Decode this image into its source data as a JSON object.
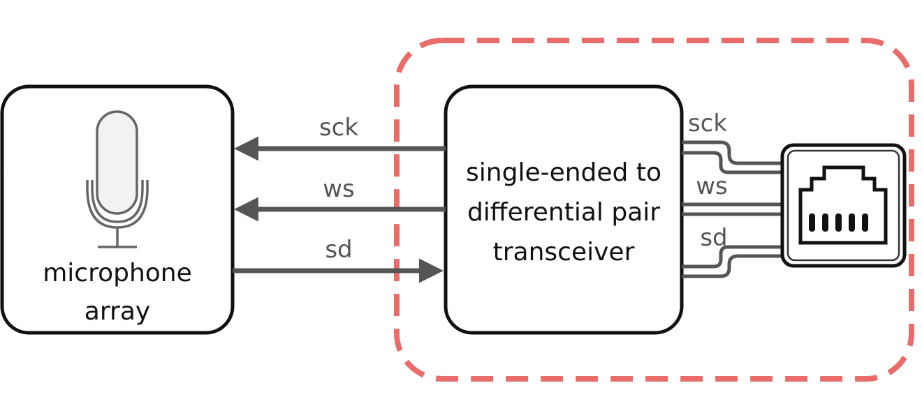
{
  "colors": {
    "box_stroke": "#111111",
    "arrow": "#555555",
    "dashed_region": "#e86d6a",
    "mic_fill": "#f2f2f2",
    "mic_stroke": "#666666"
  },
  "blocks": {
    "microphone": {
      "icon": "microphone-icon",
      "label_line1": "microphone",
      "label_line2": "array"
    },
    "transceiver": {
      "label_line1": "single-ended to",
      "label_line2": "differential pair",
      "label_line3": "transceiver"
    },
    "connector": {
      "icon": "ethernet-port-icon"
    }
  },
  "signals": {
    "single_ended": {
      "sck": "sck",
      "ws": "ws",
      "sd": "sd"
    },
    "differential": {
      "sck": "sck",
      "ws": "ws",
      "sd": "sd"
    }
  }
}
